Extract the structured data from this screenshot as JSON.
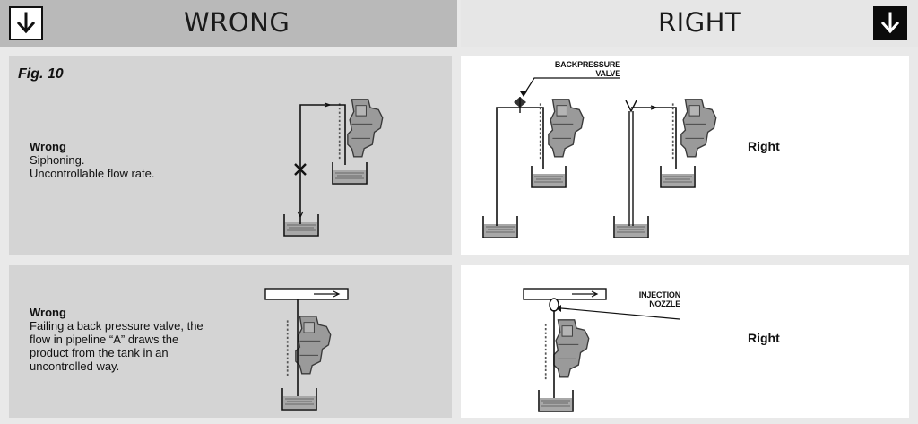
{
  "header": {
    "wrong_title": "WRONG",
    "right_title": "RIGHT",
    "arrow_left_icon": "arrow-down-icon",
    "arrow_right_icon": "arrow-down-icon"
  },
  "figure": {
    "label": "Fig. 10"
  },
  "top_left": {
    "heading": "Wrong",
    "lines": [
      "Siphoning.",
      "Uncontrollable flow rate."
    ]
  },
  "top_right": {
    "callout_line1": "BACKPRESSURE",
    "callout_line2": "VALVE",
    "label": "Right"
  },
  "bottom_left": {
    "heading": "Wrong",
    "lines": [
      "Failing a back pressure valve, the",
      "flow in pipeline  “A” draws the",
      "product from the tank in an",
      "uncontrolled way."
    ]
  },
  "bottom_right": {
    "callout_line1": "INJECTION",
    "callout_line2": "NOZZLE",
    "label": "Right"
  },
  "colors": {
    "wrong_header_bg": "#b9b9b9",
    "right_header_bg": "#e6e6e6",
    "wrong_panel_bg": "#d4d4d4",
    "right_panel_bg": "#ffffff",
    "pump_fill": "#9a9a9a",
    "tank_fill": "#a8a8a8"
  }
}
